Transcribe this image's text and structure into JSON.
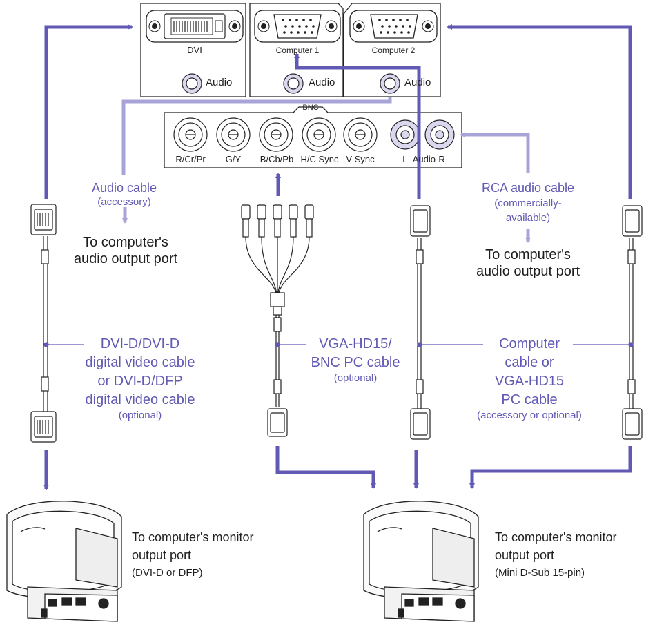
{
  "ports": {
    "dvi": {
      "label": "DVI",
      "audio_label": "Audio"
    },
    "computer1": {
      "label": "Computer 1",
      "audio_label": "Audio"
    },
    "computer2": {
      "label": "Computer 2",
      "audio_label": "Audio"
    },
    "bnc": {
      "label": "BNC",
      "connectors": [
        "R/Cr/Pr",
        "G/Y",
        "B/Cb/Pb",
        "H/C Sync",
        "V Sync"
      ],
      "audio_label": "L- Audio-R"
    }
  },
  "audio_cable": {
    "name": "Audio cable",
    "note": "(accessory)",
    "dest_line1": "To computer's",
    "dest_line2": "audio output port"
  },
  "rca_cable": {
    "name": "RCA audio cable",
    "note_line1": "(commercially-",
    "note_line2": "available)",
    "dest_line1": "To computer's",
    "dest_line2": "audio output port"
  },
  "dvi_cable": {
    "line1": "DVI-D/DVI-D",
    "line2": "digital video cable",
    "line3": "or DVI-D/DFP",
    "line4": "digital video cable",
    "note": "(optional)"
  },
  "bnc_cable": {
    "line1": "VGA-HD15/",
    "line2": "BNC PC cable",
    "note": "(optional)"
  },
  "computer_cable": {
    "line1": "Computer",
    "line2": "cable or",
    "line3": "VGA-HD15",
    "line4": "PC cable",
    "note": "(accessory or optional)"
  },
  "monitor_left": {
    "line1": "To computer's monitor",
    "line2": "output port",
    "note": "(DVI-D or DFP)"
  },
  "monitor_right": {
    "line1": "To computer's monitor",
    "line2": "output port",
    "note": "(Mini D-Sub 15-pin)"
  },
  "colors": {
    "arrow_dark": "#6159b4",
    "arrow_light": "#a9a4d8",
    "label_text": "#6159b4",
    "body_text": "#1e1e1e"
  }
}
